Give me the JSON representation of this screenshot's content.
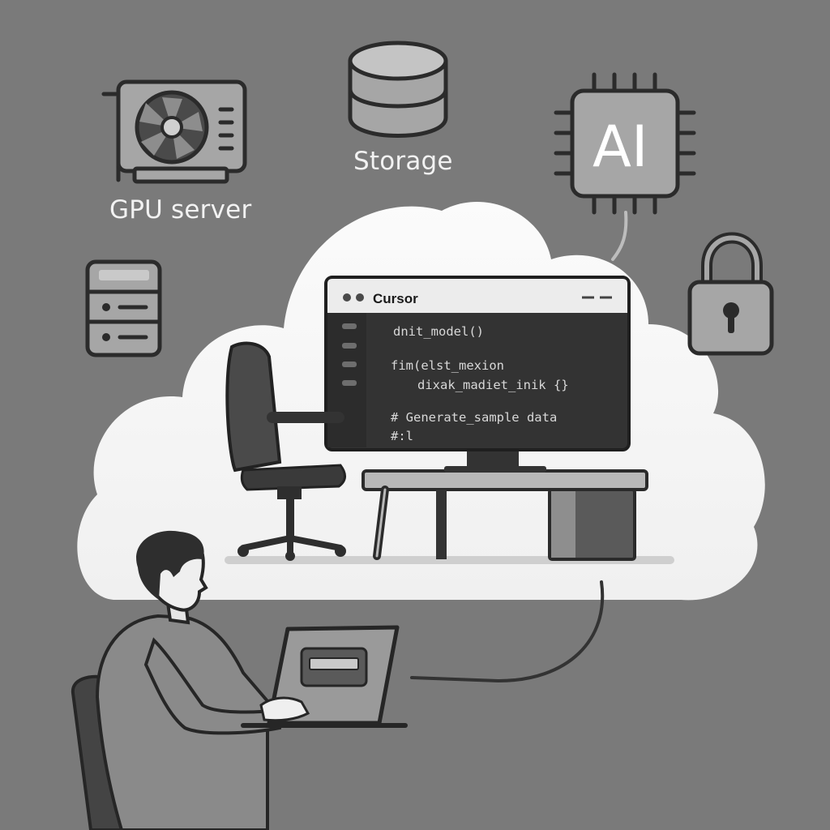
{
  "labels": {
    "gpu_server": "GPU server",
    "storage": "Storage",
    "ai_chip": "AI"
  },
  "editor": {
    "title": "Cursor",
    "code_lines": [
      "dnit_model()",
      "fim(elst_mexion",
      "dixak_madiet_inik {}",
      "# Generate_sample data",
      "#:l"
    ]
  },
  "icons": [
    "gpu-card-icon",
    "storage-database-icon",
    "ai-chip-icon",
    "server-rack-icon",
    "padlock-icon"
  ],
  "colors": {
    "background": "#7a7a7a",
    "cloud": "#f7f7f7",
    "icon_outline": "#2b2b2b",
    "icon_fill": "#a6a6a6",
    "screen": "#333333"
  }
}
